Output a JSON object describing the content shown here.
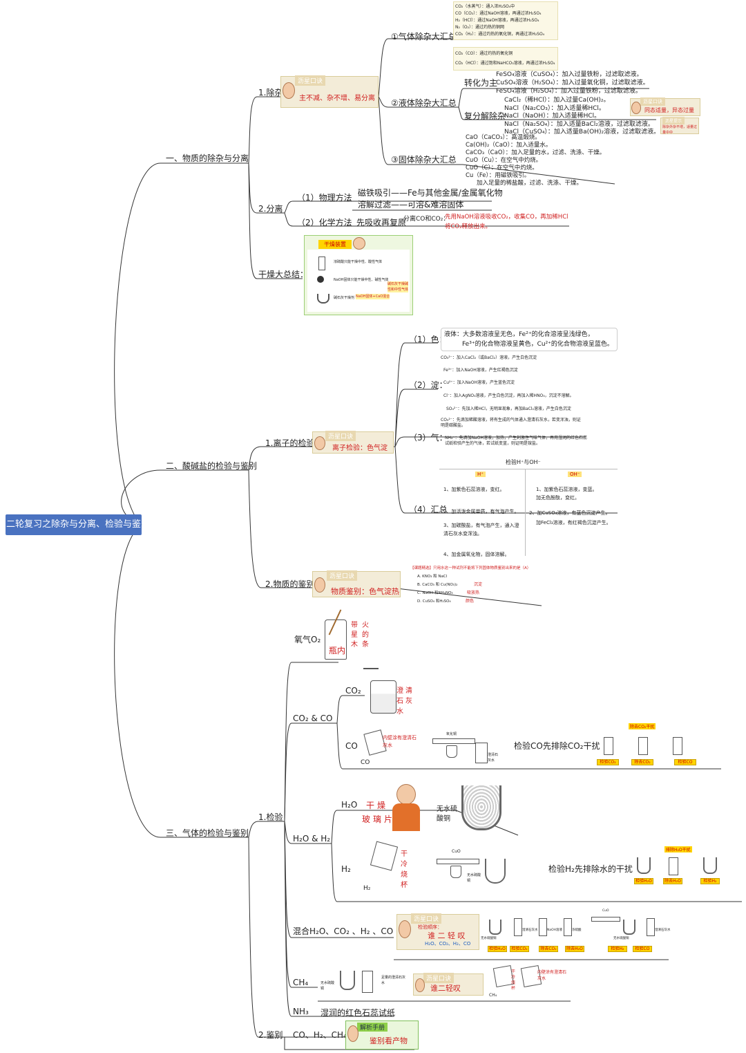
{
  "root": "二轮复习之除杂与分离、检验与鉴别",
  "branch1": {
    "title": "一、物质的除杂与分离",
    "removal": {
      "label": "1.除杂",
      "tip_head": "沥星口诀",
      "tip": "主不减、杂不增、易分离",
      "gas": {
        "label": "①气体除杂大汇总",
        "rows": [
          "CO₂（水蒸气）：通入浓H₂SO₄中",
          "CO（CO₂）：通过NaOH溶液，再通过浓H₂SO₄",
          "H₂（HCl）：通过NaOH溶液，再通过浓H₂SO₄",
          "N₂（O₂）：通过灼热的铜网",
          "CO₂（H₂）：通过灼热的氧化铜，再通过浓H₂SO₄"
        ],
        "rows2": [
          "CO₂（CO）：通过灼热的氧化铜",
          "CO₂（HCl）：通过饱和NaHCO₃溶液，再通过浓H₂SO₄"
        ]
      },
      "liquid": {
        "label": "②液体除杂大汇总",
        "convert_label": "转化为主",
        "convert": [
          "FeSO₄溶液（CuSO₄）：加入过量铁粉，过滤取滤液。",
          "CuSO₄溶液（H₂SO₄）：加入过量氧化铜，过滤取滤液。",
          "FeSO₄溶液（H₂SO₄）：加入过量铁粉，过滤取滤液。"
        ],
        "decomp_label": "复分解除杂",
        "decomp": [
          "CaCl₂（稀HCl）：加入过量Ca(OH)₂。",
          "NaCl（Na₂CO₃）：加入适量稀HCl。",
          "NaCl（NaOH）：加入适量稀HCl。",
          "NaCl（Na₂SO₄）：加入适量BaCl₂溶液，过滤取滤液。",
          "NaCl（CuSO₄）：加入适量Ba(OH)₂溶液，过滤取滤液。"
        ],
        "tip_head": "沥星口诀",
        "tip": "同态适量，异态过量",
        "tip2_head": "沥星提示",
        "tip2": "除杂外杂不增，适量过量中中"
      },
      "solid": {
        "label": "③固体除杂大汇总",
        "rows": [
          "CaO（CaCO₃）：高温煅烧。",
          "Ca(OH)₂（CaO）：加入适量水。",
          "CaCO₃（CaO）：加入足量的水，过滤、洗涤、干燥。",
          "CuO（Cu）：在空气中灼烧。",
          "CuO（C）：在空气中灼烧。",
          "Cu（Fe）：用磁铁吸引。",
          "加入足量的稀盐酸，过滤、洗涤、干燥。"
        ]
      }
    },
    "separation": {
      "label": "2.分离",
      "physical": "（1）物理方法",
      "phys_rows": [
        "磁铁吸引——Fe与其他金属/金属氧化物",
        "溶解过滤——可溶&难溶固体"
      ],
      "chemical": "（2）化学方法",
      "chem_head": "先吸收再复原",
      "chem_sub": "分离CO和CO₂：",
      "chem_rows": [
        "先用NaOH溶液吸收CO₂，收集CO，再加稀HCl",
        "将CO₂释放出来。"
      ]
    },
    "drying": {
      "label": "干燥大总结：",
      "head": "干燥装置",
      "rows": [
        "浓硫酸只能干燥中性、酸性气体",
        "NaOH固体只能干燥中性、碱性气体",
        "碱石灰干燥剂"
      ],
      "note1": "NaOH固体+CaO混合",
      "note2": "碱石灰干燥碱性和中性气体"
    }
  },
  "branch2": {
    "title": "二、酸碱盐的检验与鉴别",
    "ions": {
      "label": "1.离子的检验",
      "tip_head": "沥星口诀",
      "tip": "离子检验：色气淀",
      "color": {
        "label": "（1）色：",
        "line1": "液体：大多数溶液呈无色，Fe²⁺的化合溶液呈浅绿色，",
        "line2": "Fe³⁺的化合物溶液呈黄色，Cu²⁺的化合物溶液呈蓝色。"
      },
      "precip": {
        "label": "（2）淀：",
        "rows": [
          "CO₃²⁻：加入CaCl₂（或BaCl₂）溶液，产生白色沉淀",
          "Fe³⁺：加入NaOH溶液，产生红褐色沉淀",
          "Cu²⁺：加入NaOH溶液，产生蓝色沉淀",
          "Cl⁻：加入AgNO₃溶液，产生白色沉淀，再加入稀HNO₃，沉淀不溶解。",
          "SO₄²⁻：先加入稀HCl，无明显现象，再加BaCl₂溶液，产生白色沉淀"
        ]
      },
      "gas": {
        "label": "（3）气：",
        "rows": [
          "CO₃²⁻：先滴加稀酸溶液，将有生成的气体通入澄清石灰水，若变浑浊，则证明是碳酸盐。",
          "NH₄⁺：先滴加NaOH溶液，加热，产生刺激性气味气体，再用湿润的红色石蕊试纸检验产生的气体，若试纸变蓝，则证明是铵盐。"
        ]
      },
      "summary": {
        "label": "（4）汇总",
        "title": "检验H⁺与OH⁻",
        "left_head": "H⁺",
        "right_head": "OH⁻",
        "left": [
          "1、加紫色石蕊溶液，变红。",
          "2、加活泼金属单质，有气泡产生。",
          "3、加碳酸盐，有气泡产生，通入澄清石灰水变浑浊。",
          "4、加金属氧化物，固体溶解。"
        ],
        "right": [
          "1、加紫色石蕊溶液，变蓝。",
          "加无色酚酞，变红。",
          "2、加CuSO₄溶液，有蓝色沉淀产生。",
          "加FeCl₃溶液，有红褐色沉淀产生。"
        ]
      }
    },
    "substance": {
      "label": "2.物质的鉴别",
      "tip_head": "沥星口诀",
      "tip": "物质鉴别：色气淀热",
      "q": "【课题精选】只用水这一种试剂不能将下列固体物质鉴别出来的是（A）",
      "opts": [
        "A. KNO₃ 和 NaCl",
        "B. CaCO₃ 和 Cu(NO₃)₂",
        "C. NaOH 和NH₄NO₃",
        "D. CuSO₄ 和H₂SO₄"
      ],
      "hints": [
        "沉淀",
        "吸放热",
        "颜色"
      ]
    }
  },
  "branch3": {
    "title": "三、气体的检验与鉴别",
    "test": {
      "label": "1.检验",
      "o2": {
        "label": "氧气O₂",
        "note1": "带火星的木条",
        "note2": "瓶内"
      },
      "co2co": {
        "label": "CO₂ & CO",
        "co2": "CO₂",
        "co2_note": "澄清石灰水",
        "co": "CO",
        "co_note": "内壁涂有澄清石灰水",
        "co_gas": "CO",
        "co_text": "检验CO先排除CO₂干扰",
        "apparatus_labels": [
          "氧化铜",
          "澄清石灰水"
        ],
        "badges": [
          "检验CO₂",
          "除去CO₂",
          "检验CO"
        ],
        "flag": "除去CO₂干扰"
      },
      "h2oh2": {
        "label": "H₂O & H₂",
        "h2o": "H₂O",
        "h2o_note1": "干燥",
        "h2o_note2": "玻璃片",
        "h2o_app": "无水硫酸铜",
        "h2": "H₂",
        "h2_note": "干冷烧杯",
        "h2_gas": "H₂",
        "h2_app": [
          "CuO",
          "无水硫酸铜"
        ],
        "h2_text": "检验H₂先排除水的干扰",
        "badges": [
          "检验H₂O",
          "除去H₂O",
          "检验H₂"
        ],
        "flag": "排除H₂O干扰"
      },
      "mix": {
        "label": "混合H₂O、CO₂ 、H₂ 、CO",
        "tip_head": "沥星口诀",
        "tip_sub": "检验顺序：",
        "tip": "谁 二 轻 叹",
        "tip2": "H₂O、CO₂、H₂、CO",
        "badges": [
          "检验H₂O",
          "检验CO₂",
          "除去CO₂",
          "除去H₂O",
          "检验H₂",
          "检验CO"
        ],
        "app_labels": [
          "无水硫酸铜",
          "澄清石灰水",
          "NaOH溶液",
          "浓硫酸",
          "CuO",
          "无水硫酸铜",
          "澄清石灰水"
        ]
      },
      "ch4": {
        "label": "CH₄",
        "app": [
          "无水硫酸铜",
          "足量的澄清石灰水"
        ],
        "tip_head": "沥星口诀",
        "tip": "谁二轻叹",
        "note1": "干冷烧杯",
        "note2": "内壁涂有澄清石灰水",
        "gas": "CH₄"
      },
      "nh3": {
        "label": "NH₃",
        "text": "湿润的红色石蕊试纸"
      }
    },
    "identify": {
      "label": "2.鉴别",
      "gases": "CO、H₂、CH₄",
      "tip_head": "解析手册",
      "tip": "鉴别看产物"
    }
  },
  "colors": {
    "root_bg": "#4a72c0",
    "accent_red": "#d02020",
    "line": "#333333"
  }
}
